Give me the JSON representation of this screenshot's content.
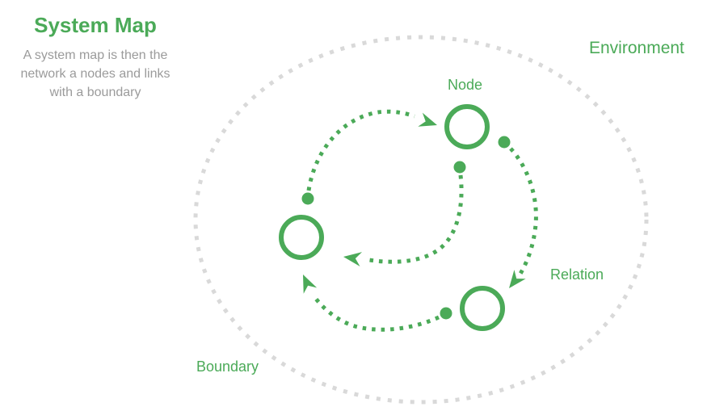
{
  "header": {
    "title": "System Map",
    "description_lines": {
      "0": "A system map is then the",
      "1": "network a nodes and links",
      "2": "with a boundary"
    }
  },
  "labels": {
    "environment": "Environment",
    "node": "Node",
    "relation": "Relation",
    "boundary": "Boundary"
  },
  "diagram": {
    "node_count": "3",
    "relation_count": "4"
  },
  "colors": {
    "green": "#4BAA58",
    "boundary_gray": "#D9D9D9",
    "text_gray": "#9B9B9B",
    "background": "#FFFFFF"
  }
}
